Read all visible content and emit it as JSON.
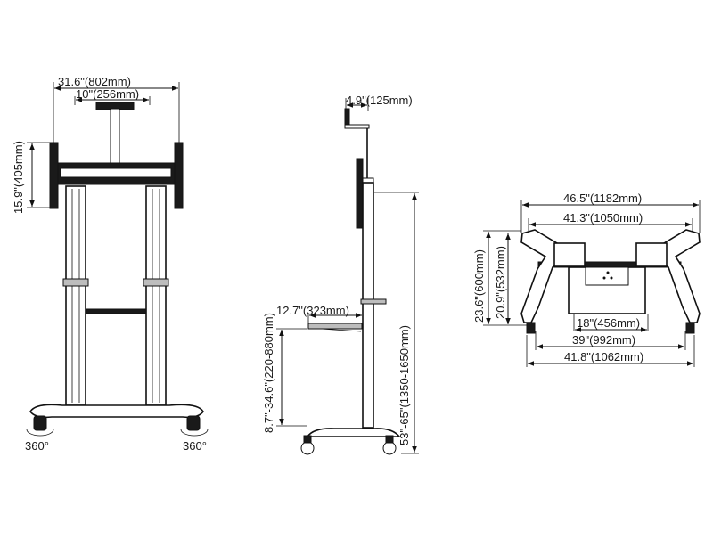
{
  "front_view": {
    "overall_width": "31.6\"(802mm)",
    "vesa_width": "10\"(256mm)",
    "bracket_height": "15.9\"(405mm)",
    "rotation_left": "360°",
    "rotation_right": "360°"
  },
  "side_view": {
    "camera_shelf_depth": "4.9\"(125mm)",
    "shelf_depth": "12.7\"(323mm)",
    "shelf_height_range": "8.7\"-34.6\"(220-880mm)",
    "mount_height_range": "53\"-65\"(1350-1650mm)"
  },
  "top_view": {
    "outer_width": "46.5\"(1182mm)",
    "inner_width": "41.3\"(1050mm)",
    "outer_depth": "23.6\"(600mm)",
    "inner_depth": "20.9\"(532mm)",
    "column_width": "18\"(456mm)",
    "wheel_span_inner": "39\"(992mm)",
    "wheel_span_outer": "41.8\"(1062mm)"
  }
}
